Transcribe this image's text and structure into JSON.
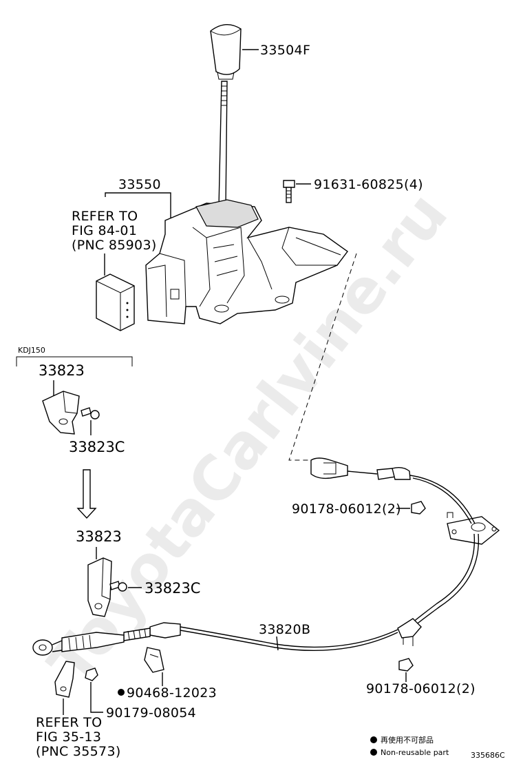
{
  "watermark": "ToyotaCarlvine.ru",
  "group_label": "KDJ150",
  "labels": {
    "knob": "33504F",
    "shift_assy": "33550",
    "refer_84_line1": "REFER TO",
    "refer_84_line2": "FIG 84-01",
    "refer_84_line3": "(PNC 85903)",
    "bolt_91631": "91631-60825(4)",
    "bracket_a": "33823",
    "bolt_a": "33823C",
    "bracket_b": "33823",
    "bolt_b": "33823C",
    "nut_upper": "90178-06012(2)",
    "cable": "33820B",
    "nut_lower": "90178-06012(2)",
    "clip": "90468-12023",
    "nut_90179": "90179-08054",
    "refer_35_line1": "REFER TO",
    "refer_35_line2": "FIG 35-13",
    "refer_35_line3": "(PNC 35573)"
  },
  "legend": {
    "jp": "再使用不可部品",
    "en": "Non-reusable part",
    "figure_id": "335686C"
  },
  "icons": {
    "non_reusable": "filled-circle-icon"
  }
}
